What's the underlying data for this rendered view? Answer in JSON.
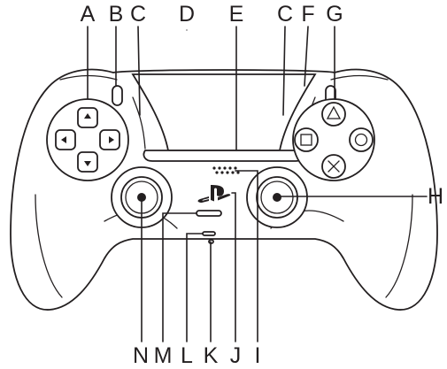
{
  "labels": {
    "A": "A",
    "B": "B",
    "C_left": "C",
    "D": "D",
    "E": "E",
    "C_right": "C",
    "F": "F",
    "G": "G",
    "H": "H",
    "I": "I",
    "J": "J",
    "K": "K",
    "L": "L",
    "M": "M",
    "N": "N"
  },
  "colors": {
    "line": "#231f20",
    "background": "#ffffff"
  },
  "icons": {
    "dpad": "dpad-arrows-icon",
    "triangle": "triangle-button-icon",
    "circle": "circle-button-icon",
    "cross": "cross-button-icon",
    "square": "square-button-icon",
    "ps_button": "playstation-logo-icon"
  }
}
